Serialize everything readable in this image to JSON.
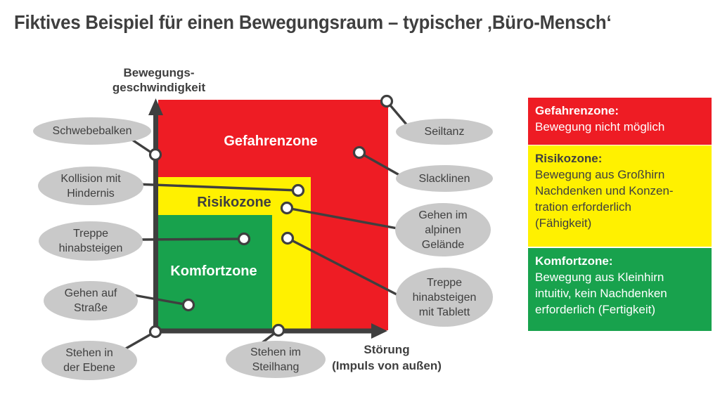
{
  "slide": {
    "title": "Fiktives Beispiel für einen Bewegungsraum – typischer ‚Büro-Mensch‘"
  },
  "axes": {
    "y_label": "Bewegungs-\ngeschwindigkeit",
    "x_label": "Störung\n(Impuls von außen)",
    "axis_color": "#3f3f3f"
  },
  "diagram": {
    "line_color": "#3f3f3f",
    "marker_fill": "#ffffff"
  },
  "zones": {
    "gefahrenzone": {
      "label": "Gefahrenzone",
      "color": "#ee1c24",
      "label_color": "#ffffff"
    },
    "risikozone": {
      "label": "Risikozone",
      "color": "#fff100",
      "label_color": "#3f3f3f"
    },
    "komfortzone": {
      "label": "Komfortzone",
      "color": "#18a24d",
      "label_color": "#ffffff"
    }
  },
  "bubble_style": {
    "fill": "#c9c9c9",
    "text_color": "#3f3f3f"
  },
  "bubbles": {
    "schwebebalken": {
      "label": "Schwebebalken"
    },
    "kollision": {
      "label": "Kollision mit\nHindernis"
    },
    "treppe_hinab": {
      "label": "Treppe\nhinabsteigen"
    },
    "gehen_strasse": {
      "label": "Gehen auf\nStraße"
    },
    "stehen_ebene": {
      "label": "Stehen in\nder Ebene"
    },
    "seiltanz": {
      "label": "Seiltanz"
    },
    "slacklinen": {
      "label": "Slacklinen"
    },
    "alpines_gelaende": {
      "label": "Gehen im\nalpinen\nGelände"
    },
    "treppe_tablett": {
      "label": "Treppe\nhinabsteigen\nmit Tablett"
    },
    "stehen_steilhang": {
      "label": "Stehen im\nSteilhang"
    }
  },
  "legend": {
    "gefahrenzone": {
      "title": "Gefahrenzone:",
      "body": "Bewegung nicht möglich",
      "color": "#ee1c24",
      "text_color": "#ffffff"
    },
    "risikozone": {
      "title": "Risikozone:",
      "body": "Bewegung aus Großhirn\nNachdenken und Konzen-\ntration erforderlich\n(Fähigkeit)",
      "color": "#fff100",
      "text_color": "#3f3f3f"
    },
    "komfortzone": {
      "title": "Komfortzone:",
      "body": "Bewegung aus Kleinhirn\nintuitiv, kein Nachdenken\nerforderlich (Fertigkeit)",
      "color": "#18a24d",
      "text_color": "#ffffff"
    }
  }
}
